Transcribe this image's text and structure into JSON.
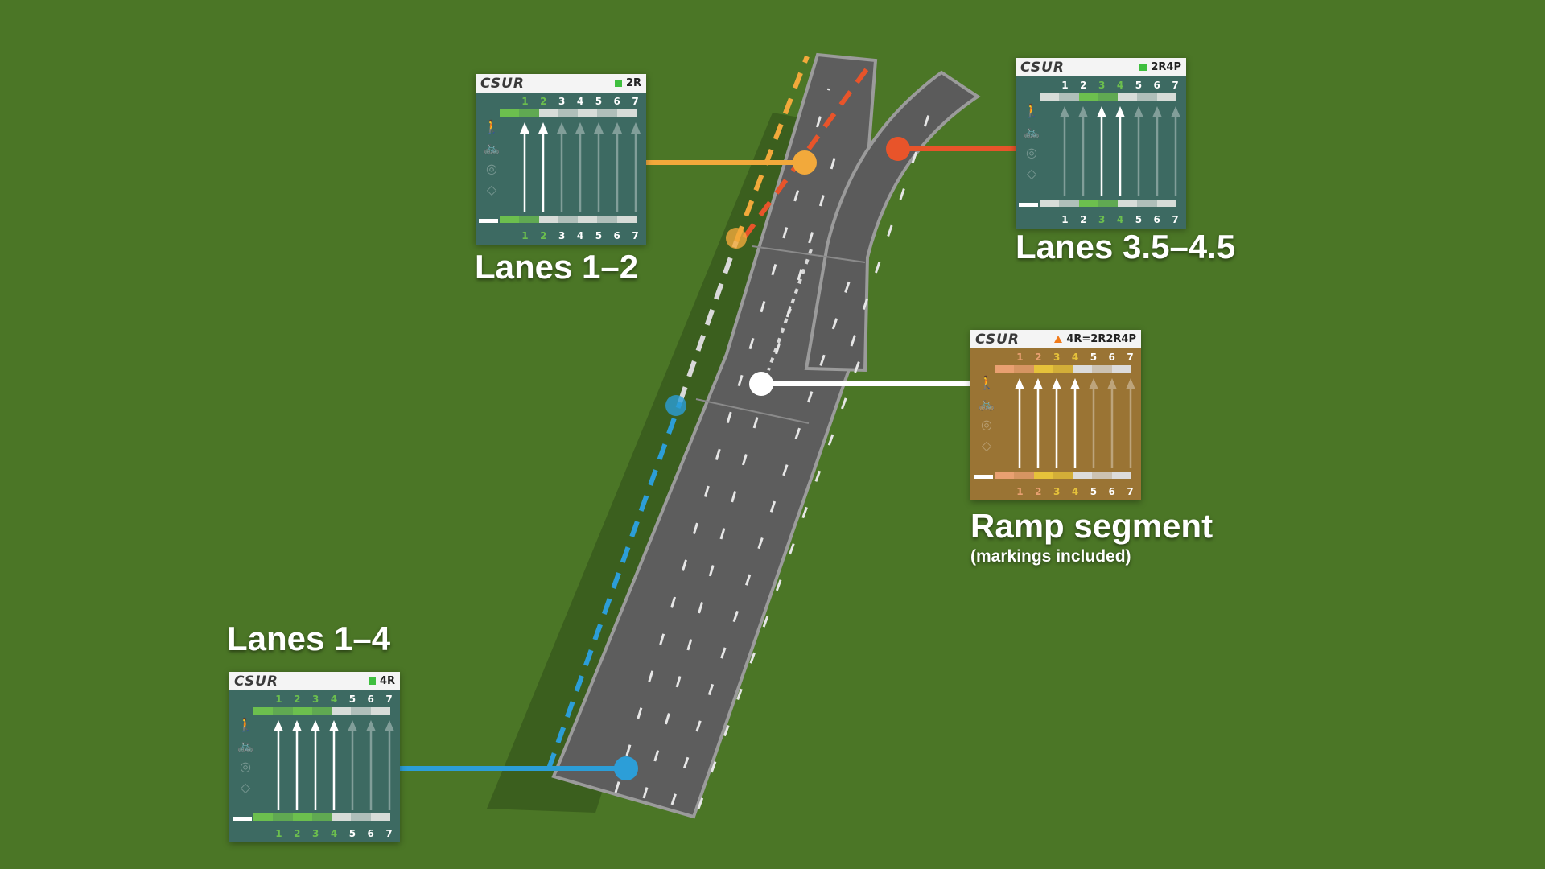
{
  "labels": {
    "lanes_1_2": "Lanes 1–2",
    "lanes_35_45": "Lanes 3.5–4.5",
    "ramp": "Ramp segment",
    "ramp_note": "(markings included)",
    "lanes_1_4": "Lanes 1–4"
  },
  "cards": {
    "lanes_1_2": {
      "logo": "CSUR",
      "code": "2R"
    },
    "lanes_35_45": {
      "logo": "CSUR",
      "code": "2R4P"
    },
    "ramp": {
      "logo": "CSUR",
      "code": "4R=2R2R4P"
    },
    "lanes_1_4": {
      "logo": "CSUR",
      "code": "4R"
    }
  },
  "lane_numbers": [
    "1",
    "2",
    "3",
    "4",
    "5",
    "6",
    "7"
  ],
  "icons": [
    "pedestrian-icon",
    "bicycle-icon",
    "tram-icon",
    "bus-icon"
  ],
  "colors": {
    "grass": "#4b7626",
    "road": "#5c5c5c",
    "card_teal": "#3d6a62",
    "card_ramp": "#9a7434",
    "leader_yellow": "#f2a93b",
    "leader_orange": "#e8542a",
    "leader_white": "#ffffff",
    "leader_blue": "#2c9ed8",
    "active_green": "#6cbf4e"
  }
}
